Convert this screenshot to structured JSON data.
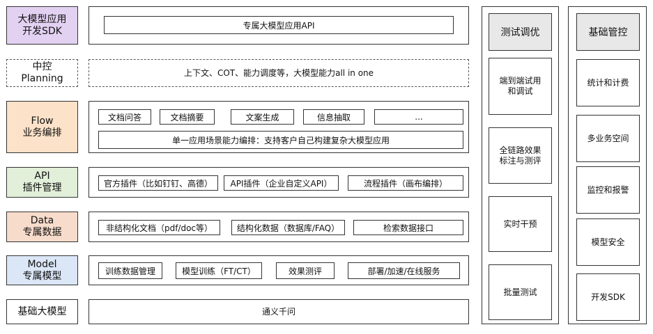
{
  "colors": {
    "purple": "#e3d1f2",
    "peach": "#fbe2c8",
    "green": "#e2efd9",
    "salmon": "#f8dccb",
    "blue": "#dbe6f6",
    "gray": "#e8e8e8"
  },
  "layers": {
    "sdk": {
      "label": "大模型应用\n开发SDK",
      "content": "专属大模型应用API"
    },
    "planning": {
      "label": "中控\nPlanning",
      "content": "上下文、COT、能力调度等，大模型能力all in one"
    },
    "flow": {
      "label": "Flow\n业务编排",
      "items": [
        "文档问答",
        "文档摘要",
        "文案生成",
        "信息抽取",
        "..."
      ],
      "bar": "单一应用场景能力编排：支持客户自己构建复杂大模型应用"
    },
    "api": {
      "label": "API\n插件管理",
      "items": [
        "官方插件（比如钉钉、高德）",
        "API插件（企业自定义API）",
        "流程插件（画布编排）"
      ]
    },
    "data": {
      "label": "Data\n专属数据",
      "items": [
        "非结构化文档（pdf/doc等）",
        "结构化数据（数据库/FAQ）",
        "检索数据接口"
      ]
    },
    "model": {
      "label": "Model\n专属模型",
      "items": [
        "训练数据管理",
        "模型训练（FT/CT）",
        "效果测评",
        "部署/加速/在线服务"
      ]
    },
    "base": {
      "label": "基础大模型",
      "content": "通义千问"
    }
  },
  "testing": {
    "title": "测试调优",
    "items": [
      "端到端试用\n和调试",
      "全链路效果\n标注与测评",
      "实时干预",
      "批量测试"
    ]
  },
  "control": {
    "title": "基础管控",
    "items": [
      "统计和计费",
      "多业务空间",
      "监控和报警",
      "模型安全",
      "开发SDK"
    ]
  }
}
